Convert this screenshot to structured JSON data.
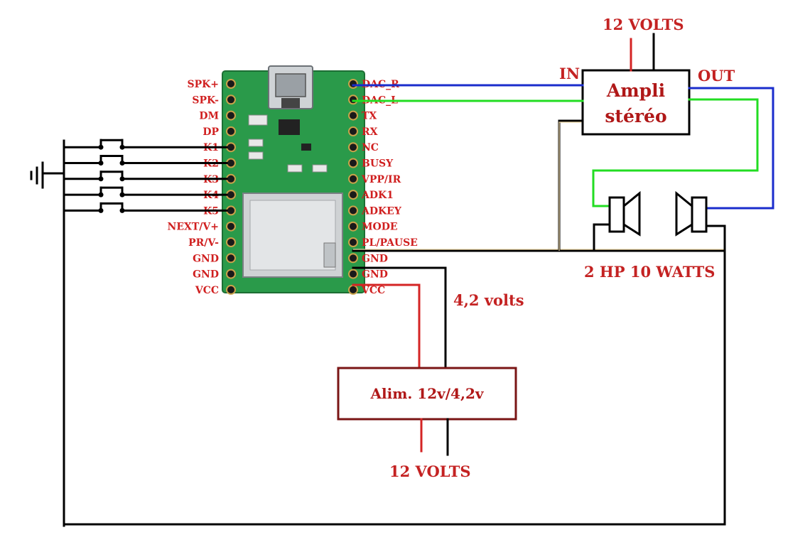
{
  "module": {
    "left_pins": [
      "SPK+",
      "SPK-",
      "DM",
      "DP",
      "K1",
      "K2",
      "K3",
      "K4",
      "K5",
      "NEXT/V+",
      "PR/V-",
      "GND",
      "GND",
      "VCC"
    ],
    "right_pins": [
      "DAC_R",
      "DAC_L",
      "TX",
      "RX",
      "NC",
      "BUSY",
      "VPP/IR",
      "ADK1",
      "ADKEY",
      "MODE",
      "PL/PAUSE",
      "GND",
      "GND",
      "VCC"
    ]
  },
  "amplifier": {
    "line1": "Ampli",
    "line2": "stéréo",
    "in_label": "IN",
    "out_label": "OUT",
    "supply_label": "12 VOLTS"
  },
  "speakers": {
    "label": "2 HP 10 WATTS"
  },
  "power_supply": {
    "label": "Alim. 12v/4,2v",
    "output_label": "4,2 volts",
    "input_label": "12 VOLTS"
  },
  "colors": {
    "dac_right_wire": "#1a2ccc",
    "dac_left_wire": "#22dd22",
    "power_wire": "#d42424",
    "ground_wire": "#000000",
    "board": "#2a9a4a",
    "label_text": "#c42222"
  },
  "icons": [
    "usb-mini-connector-icon",
    "sd-card-slot-icon",
    "ground-symbol-icon",
    "push-button-icon",
    "speaker-icon"
  ]
}
